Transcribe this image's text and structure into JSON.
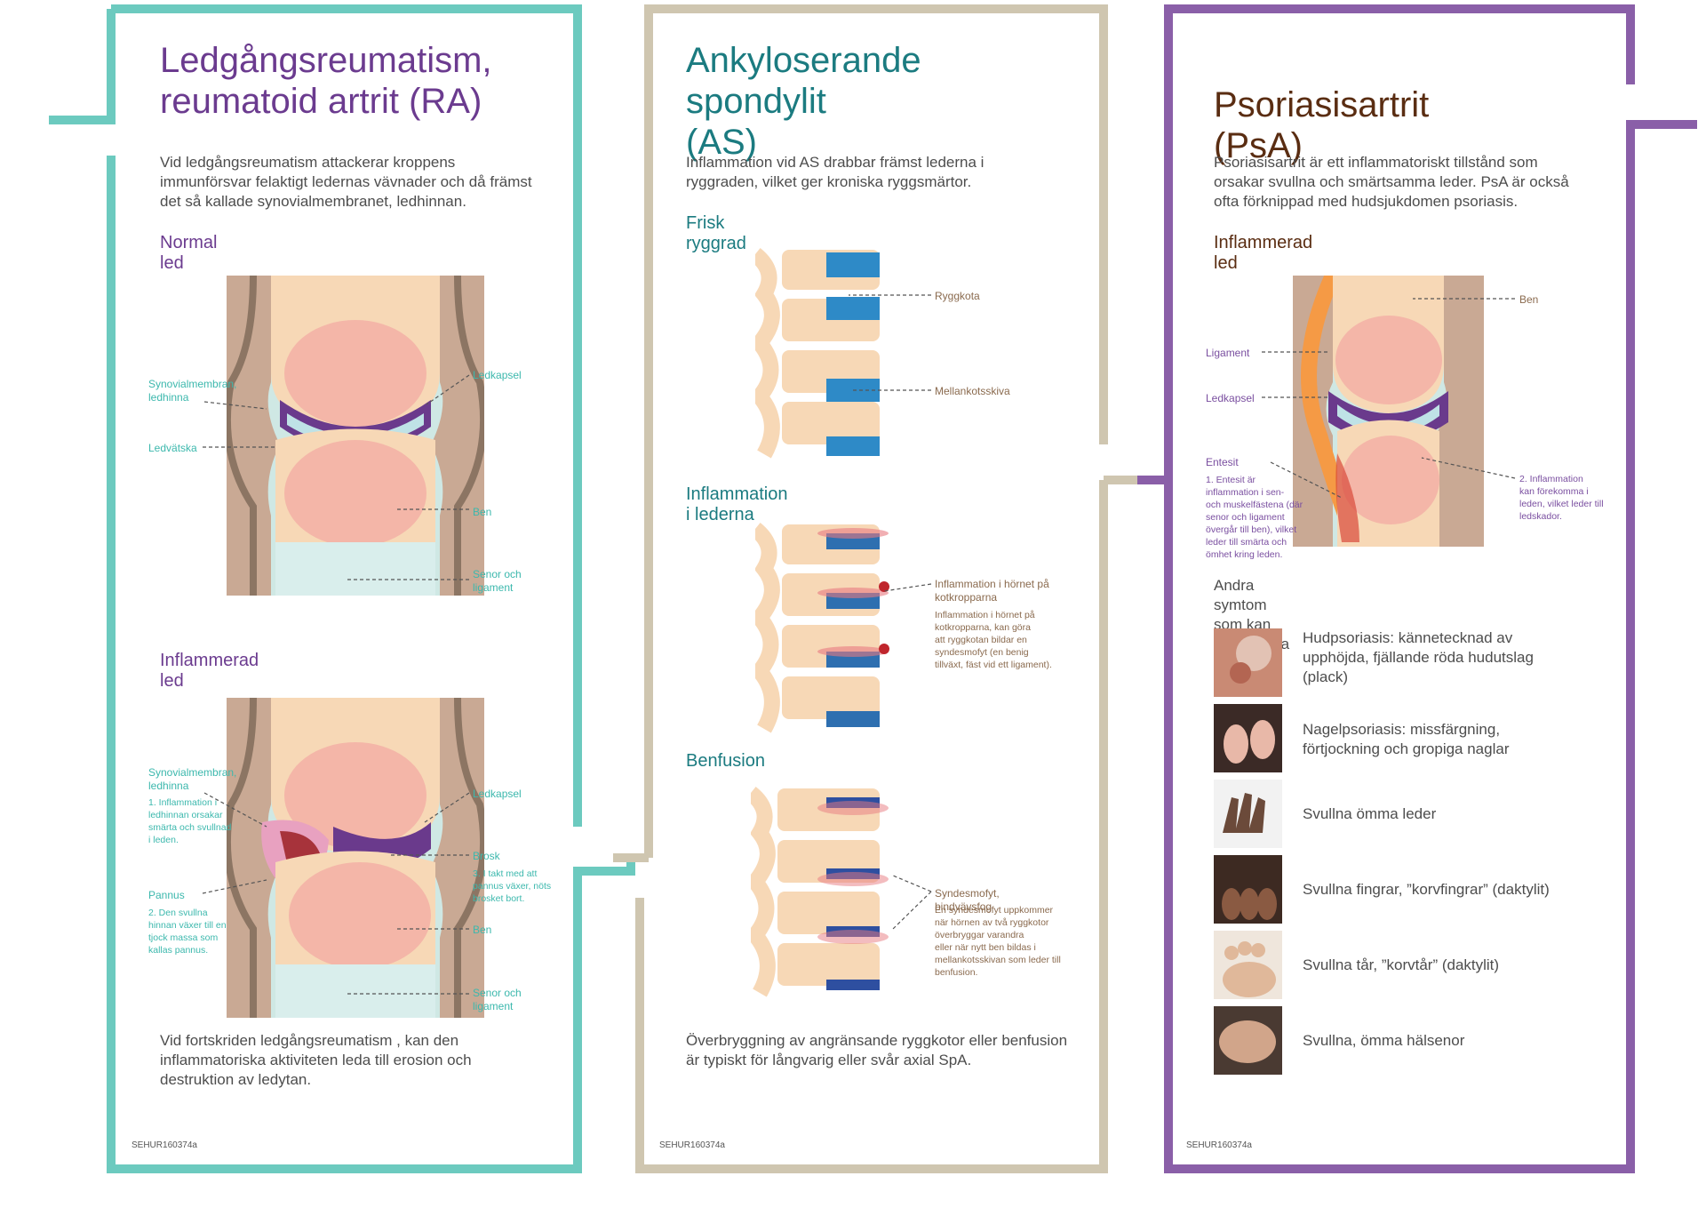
{
  "ra": {
    "title_l1": "Ledgångsreumatism,",
    "title_l2": "reumatoid artrit (RA)",
    "intro": "Vid ledgångsreumatism attackerar kroppens immunförsvar felaktigt ledernas vävnader och då främst det så kallade synovialmembranet, ledhinnan.",
    "normal_heading": "Normal led",
    "normal_labels": {
      "synovial": "Synovialmembran,\nledhinna",
      "ledvatska": "Ledvätska",
      "ledkapsel": "Ledkapsel",
      "ben": "Ben",
      "senor": "Senor och\nligament"
    },
    "inflamed_heading": "Inflammerad led",
    "inflamed_labels": {
      "synovial": "Synovialmembran,\nledhinna",
      "synovial_note": "1. Inflammation i\nledhinnan orsakar\nsmärta och svullnad\ni leden.",
      "pannus": "Pannus",
      "pannus_note": "2. Den svullna\nhinnan växer till en\ntjock massa som\nkallas pannus.",
      "ledkapsel": "Ledkapsel",
      "brosk": "Brosk",
      "brosk_note": "3. I takt med att\npannus växer, nöts\nbrosket bort.",
      "ben": "Ben",
      "senor": "Senor och\nligament"
    },
    "outro": "Vid fortskriden ledgångsreumatism , kan den inflammatoriska aktiviteten leda till erosion och destruktion av ledytan.",
    "code": "SEHUR160374a"
  },
  "as": {
    "title_l1": "Ankyloserande spondylit",
    "title_l2": "(AS)",
    "intro": "Inflammation vid AS drabbar främst lederna i ryggraden, vilket ger kroniska ryggsmärtor.",
    "healthy_heading": "Frisk ryggrad",
    "healthy_labels": {
      "ryggkota": "Ryggkota",
      "mellan": "Mellankotsskiva"
    },
    "inflam_heading": "Inflammation i lederna",
    "inflam_label": "Inflammation i hörnet på\nkotkropparna",
    "inflam_note": "Inflammation i hörnet på\nkotkropparna, kan göra\natt ryggkotan bildar en\nsyndesmofyt (en benig\ntillväxt, fäst vid ett ligament).",
    "fusion_heading": "Benfusion",
    "fusion_label": "Syndesmofyt, bindvävsfog",
    "fusion_note": "En syndesmofyt uppkommer\nnär hörnen av två ryggkotor\növerbryggar varandra\neller när nytt ben bildas i\nmellankotsskivan som leder till\nbenfusion.",
    "outro": "Överbryggning av angränsande ryggkotor eller benfusion är typiskt för långvarig eller svår axial SpA.",
    "code": "SEHUR160374a"
  },
  "psa": {
    "title": "Psoriasisartrit (PsA)",
    "intro": "Psoriasisartrit är ett inflammatoriskt tillstånd som orsakar svullna och smärtsamma leder. PsA är också ofta förknippad med hudsjukdomen psoriasis.",
    "heading": "Inflammerad led",
    "labels": {
      "ben": "Ben",
      "ligament": "Ligament",
      "ledkapsel": "Ledkapsel",
      "entesit": "Entesit",
      "entesit_note": "1. Entesit är\ninflammation i sen-\noch muskelfästena (där\nsenor och ligament\növergår till ben), vilket\nleder till smärta och\nömhet kring leden.",
      "inflam_note": "2. Inflammation\nkan förekomma i\nleden, vilket leder till\nledskador."
    },
    "symptoms_heading": "Andra symtom som kan förekomma vid PsA:",
    "symptoms": [
      {
        "text": "Hudpsoriasis: kännetecknad av upphöjda, fjällande röda hudutslag (plack)",
        "icon": "skin-plaque-photo"
      },
      {
        "text": "Nagelpsoriasis: missfärgning, förtjockning och gropiga naglar",
        "icon": "nail-photo"
      },
      {
        "text": "Svullna ömma leder",
        "icon": "hand-photo"
      },
      {
        "text": "Svullna fingrar, ”korvfingrar” (daktylit)",
        "icon": "fingers-photo"
      },
      {
        "text": "Svullna tår, ”korvtår” (daktylit)",
        "icon": "toes-photo"
      },
      {
        "text": "Svullna, ömma hälsenor",
        "icon": "heel-photo"
      }
    ],
    "code": "SEHUR160374a"
  },
  "colors": {
    "teal": "#6ccabf",
    "beige": "#cfc6b0",
    "purple": "#8a5fa8"
  }
}
